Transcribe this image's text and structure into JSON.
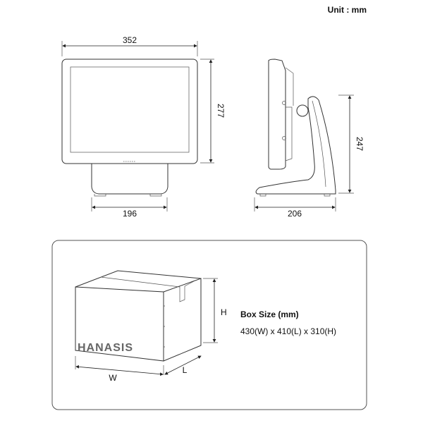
{
  "unit_label": "Unit : mm",
  "front_view": {
    "width": "352",
    "height": "277",
    "stand_width": "196"
  },
  "side_view": {
    "height": "247",
    "depth": "206"
  },
  "box": {
    "brand": "HANASIS",
    "title": "Box Size (mm)",
    "size": "430(W) x 410(L) x 310(H)",
    "label_w": "W",
    "label_l": "L",
    "label_h": "H"
  },
  "colors": {
    "line": "#333333",
    "panel_border": "#555555",
    "brand": "#666666"
  }
}
